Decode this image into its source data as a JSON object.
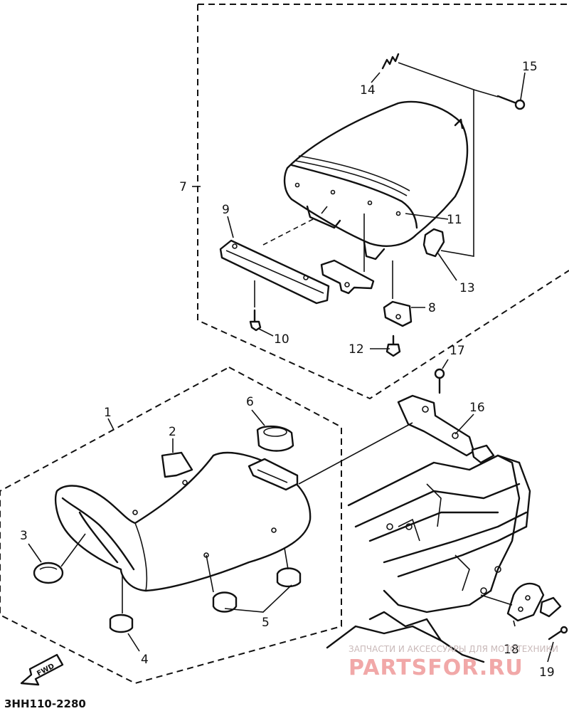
{
  "diagram_code": "3HH110-2280",
  "fwd_label": "FWD",
  "watermark": {
    "tagline": "ЗАПЧАСТИ И АКСЕССУАРЫ ДЛЯ МОТОТЕХНИКИ",
    "brand": "PARTSFOR.RU"
  },
  "callouts": [
    {
      "id": "c1",
      "text": "1"
    },
    {
      "id": "c2",
      "text": "2"
    },
    {
      "id": "c3",
      "text": "3"
    },
    {
      "id": "c4",
      "text": "4"
    },
    {
      "id": "c5",
      "text": "5"
    },
    {
      "id": "c6",
      "text": "6"
    },
    {
      "id": "c7",
      "text": "7"
    },
    {
      "id": "c8",
      "text": "8"
    },
    {
      "id": "c9",
      "text": "9"
    },
    {
      "id": "c10",
      "text": "10"
    },
    {
      "id": "c11",
      "text": "11"
    },
    {
      "id": "c12",
      "text": "12"
    },
    {
      "id": "c13",
      "text": "13"
    },
    {
      "id": "c14",
      "text": "14"
    },
    {
      "id": "c15",
      "text": "15"
    },
    {
      "id": "c16",
      "text": "16"
    },
    {
      "id": "c17",
      "text": "17"
    },
    {
      "id": "c18",
      "text": "18"
    },
    {
      "id": "c19",
      "text": "19"
    }
  ]
}
